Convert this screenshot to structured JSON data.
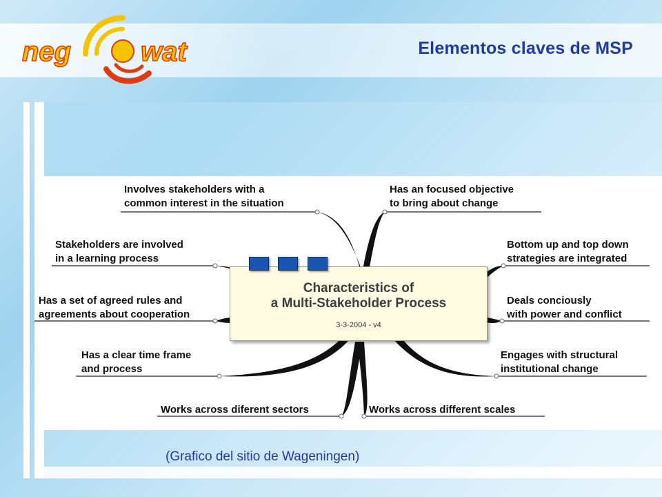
{
  "header": {
    "title": "Elementos claves de MSP",
    "logo_text": "neg wat"
  },
  "diagram": {
    "center": {
      "title": "Characteristics of\na Multi-Stakeholder Process",
      "date": "3-3-2004 - v4"
    },
    "nodes": [
      {
        "id": "left-1",
        "text": "Involves stakeholders with a\ncommon interest in the situation"
      },
      {
        "id": "left-2",
        "text": "Stakeholders are involved\nin a learning process"
      },
      {
        "id": "left-3",
        "text": "Has a set of agreed rules and\nagreements about cooperation"
      },
      {
        "id": "left-4",
        "text": "Has a clear time frame\nand process"
      },
      {
        "id": "left-5",
        "text": "Works across diferent sectors"
      },
      {
        "id": "right-1",
        "text": "Has an focused objective\nto bring about change"
      },
      {
        "id": "right-2",
        "text": "Bottom up and top down\nstrategies are integrated"
      },
      {
        "id": "right-3",
        "text": "Deals conciously\nwith power and conflict"
      },
      {
        "id": "right-4",
        "text": "Engages with structural\ninstitutional change"
      },
      {
        "id": "right-5",
        "text": "Works across different scales"
      }
    ]
  },
  "caption": "(Grafico del sitio de Wageningen)",
  "colors": {
    "title": "#1f3aa8",
    "caption": "#2438a8",
    "tag_blue": "#1956b0",
    "center_fill": "#fffbe3",
    "logo_yellow": "#f5c400",
    "logo_red": "#e03a12"
  }
}
